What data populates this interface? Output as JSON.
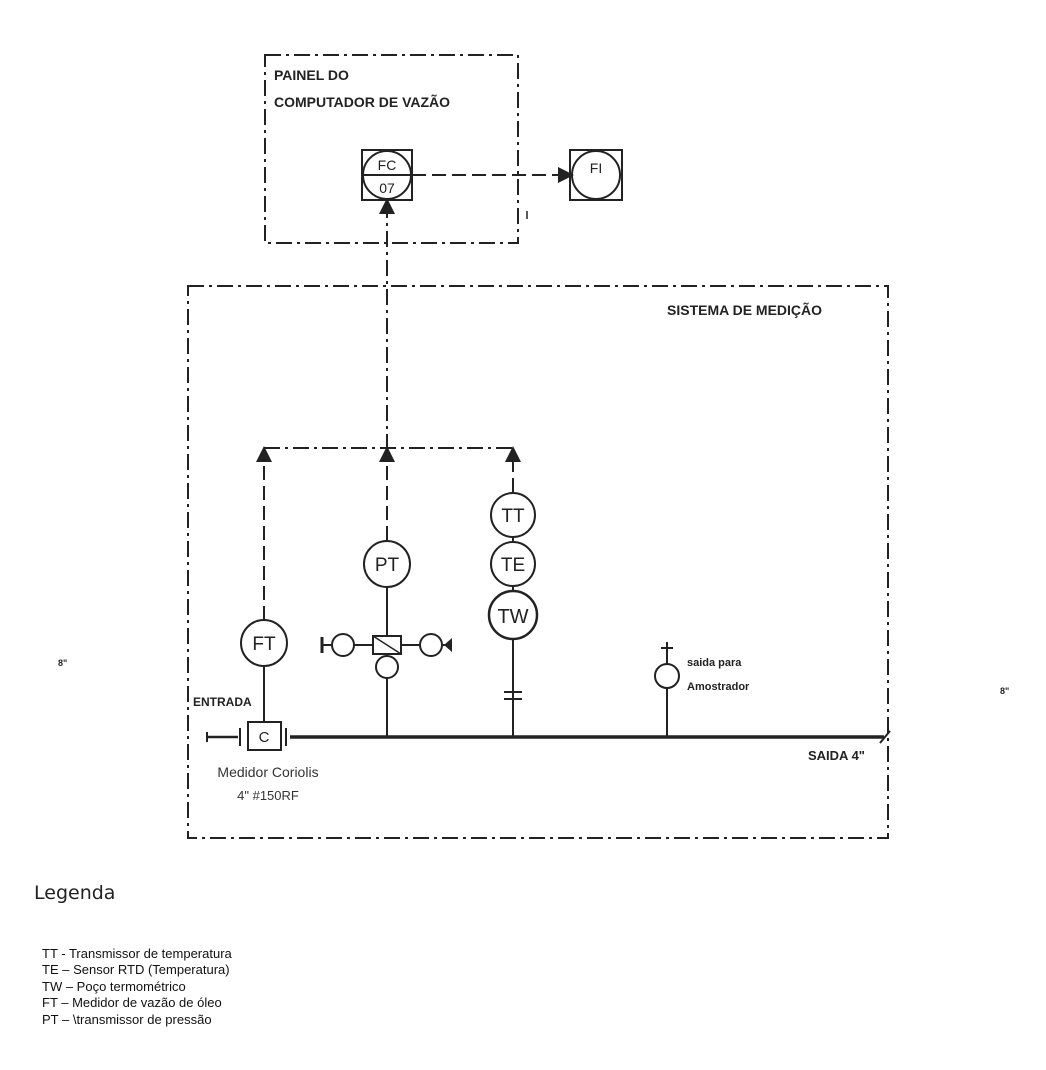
{
  "panel": {
    "title_line1": "PAINEL DO",
    "title_line2": "COMPUTADOR DE VAZÃO"
  },
  "system": {
    "title": "SISTEMA DE MEDIÇÃO"
  },
  "instruments": {
    "fc_top": "FC",
    "fc_bottom": "07",
    "fi": "FI",
    "tt": "TT",
    "te": "TE",
    "tw": "TW",
    "pt": "PT",
    "ft": "FT",
    "coriolis": "C"
  },
  "labels": {
    "entrada": "ENTRADA",
    "meter_line1": "Medidor Coriolis",
    "meter_line2": "4\"  #150RF",
    "sampler_line1": "saida para",
    "sampler_line2": "Amostrador",
    "saida": "SAIDA 4\"",
    "left_size": "8\"",
    "right_size": "8\""
  },
  "legend": {
    "title": "Legenda",
    "items": [
      "TT - Transmissor de temperatura",
      "TE – Sensor RTD (Temperatura)",
      "TW – Poço termométrico",
      "FT – Medidor de vazão de óleo",
      "PT – \\transmissor de pressão"
    ]
  }
}
